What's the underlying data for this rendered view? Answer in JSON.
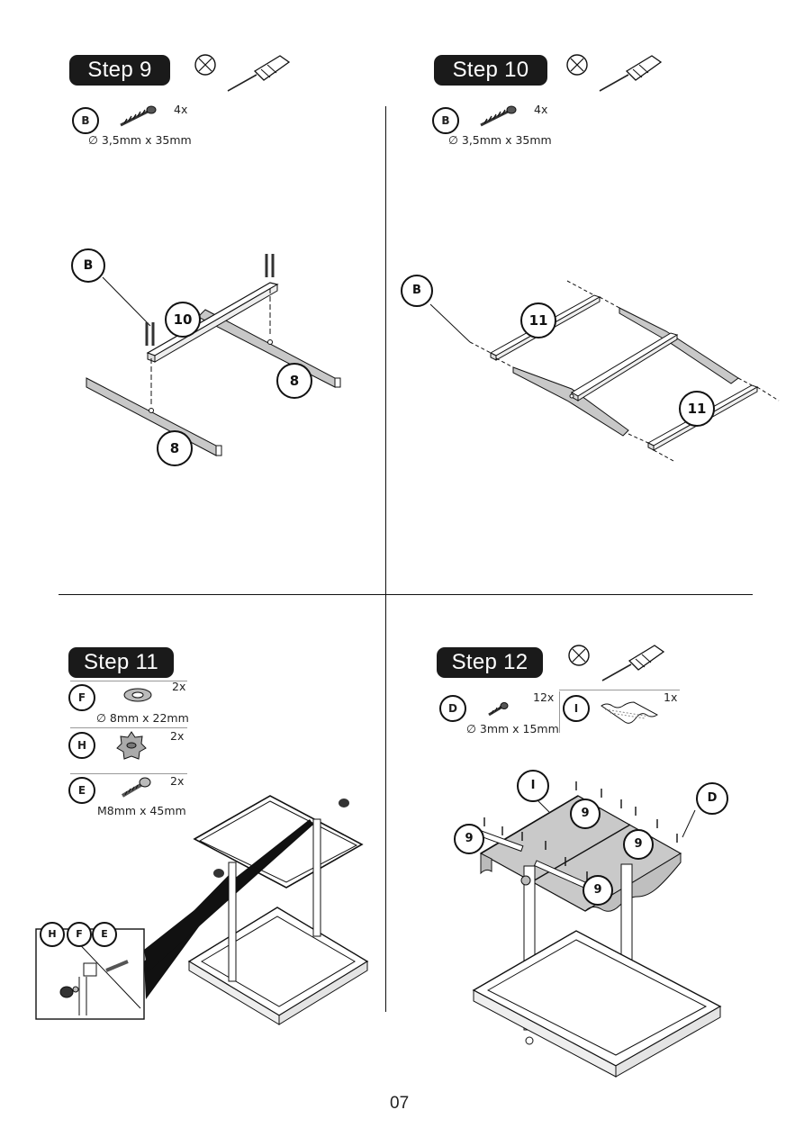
{
  "page_number": "07",
  "steps": [
    {
      "label": "Step 9",
      "parts": [
        {
          "letter": "B",
          "qty": "4x",
          "spec": "∅ 3,5mm x 35mm"
        }
      ],
      "callouts": [
        "B",
        "10",
        "8",
        "8"
      ]
    },
    {
      "label": "Step 10",
      "parts": [
        {
          "letter": "B",
          "qty": "4x",
          "spec": "∅ 3,5mm x 35mm"
        }
      ],
      "callouts": [
        "B",
        "11",
        "11"
      ]
    },
    {
      "label": "Step 11",
      "parts": [
        {
          "letter": "F",
          "qty": "2x",
          "spec": "∅ 8mm x 22mm"
        },
        {
          "letter": "H",
          "qty": "2x",
          "spec": ""
        },
        {
          "letter": "E",
          "qty": "2x",
          "spec": "M8mm x 45mm"
        }
      ],
      "callouts": [
        "H",
        "F",
        "E"
      ]
    },
    {
      "label": "Step 12",
      "parts": [
        {
          "letter": "D",
          "qty": "12x",
          "spec": "∅ 3mm x 15mm"
        },
        {
          "letter": "I",
          "qty": "1x",
          "spec": ""
        }
      ],
      "callouts": [
        "I",
        "D",
        "9",
        "9",
        "9",
        "9"
      ]
    }
  ],
  "icons": {
    "tool": "screwdriver-icon",
    "no_power": "cross-circle-icon",
    "screw": "screw-icon",
    "washer": "washer-icon",
    "knob": "knob-icon",
    "bolt": "bolt-icon",
    "fabric": "fabric-icon"
  }
}
